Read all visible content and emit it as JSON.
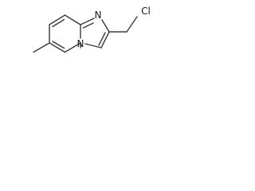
{
  "molecule": {
    "atoms": {
      "n_imidazole": "N",
      "n_bridgehead": "N",
      "chlorine": "Cl"
    }
  }
}
